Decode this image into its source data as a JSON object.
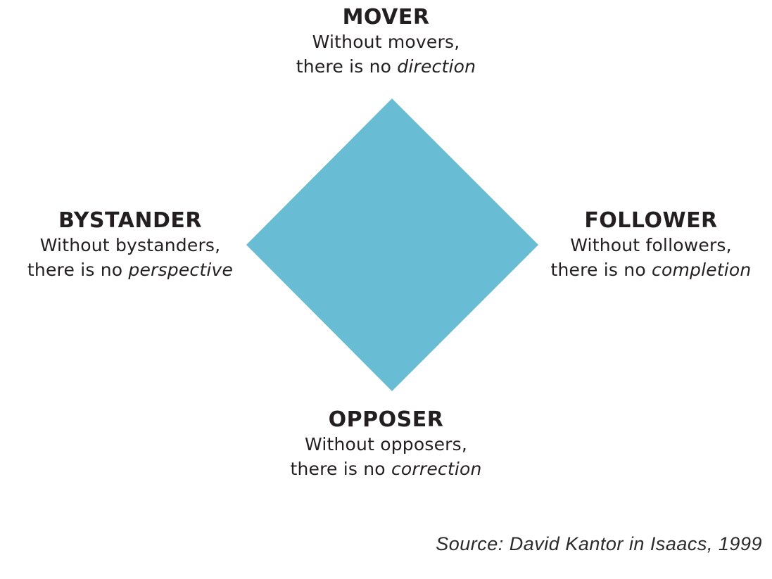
{
  "diagram": {
    "shape": "diamond",
    "fill_color": "#68BCD3",
    "nodes": [
      {
        "id": "mover",
        "position": "top",
        "title": "MOVER",
        "line1": "Without movers,",
        "line2_prefix": "there is no ",
        "line2_keyword": "direction"
      },
      {
        "id": "bystander",
        "position": "left",
        "title": "BYSTANDER",
        "line1": "Without bystanders,",
        "line2_prefix": "there is no ",
        "line2_keyword": "perspective"
      },
      {
        "id": "follower",
        "position": "right",
        "title": "FOLLOWER",
        "line1": "Without followers,",
        "line2_prefix": "there is no ",
        "line2_keyword": "completion"
      },
      {
        "id": "opposer",
        "position": "bottom",
        "title": "OPPOSER",
        "line1": "Without opposers,",
        "line2_prefix": "there is no ",
        "line2_keyword": "correction"
      }
    ],
    "source": "Source: David Kantor in Isaacs, 1999"
  }
}
